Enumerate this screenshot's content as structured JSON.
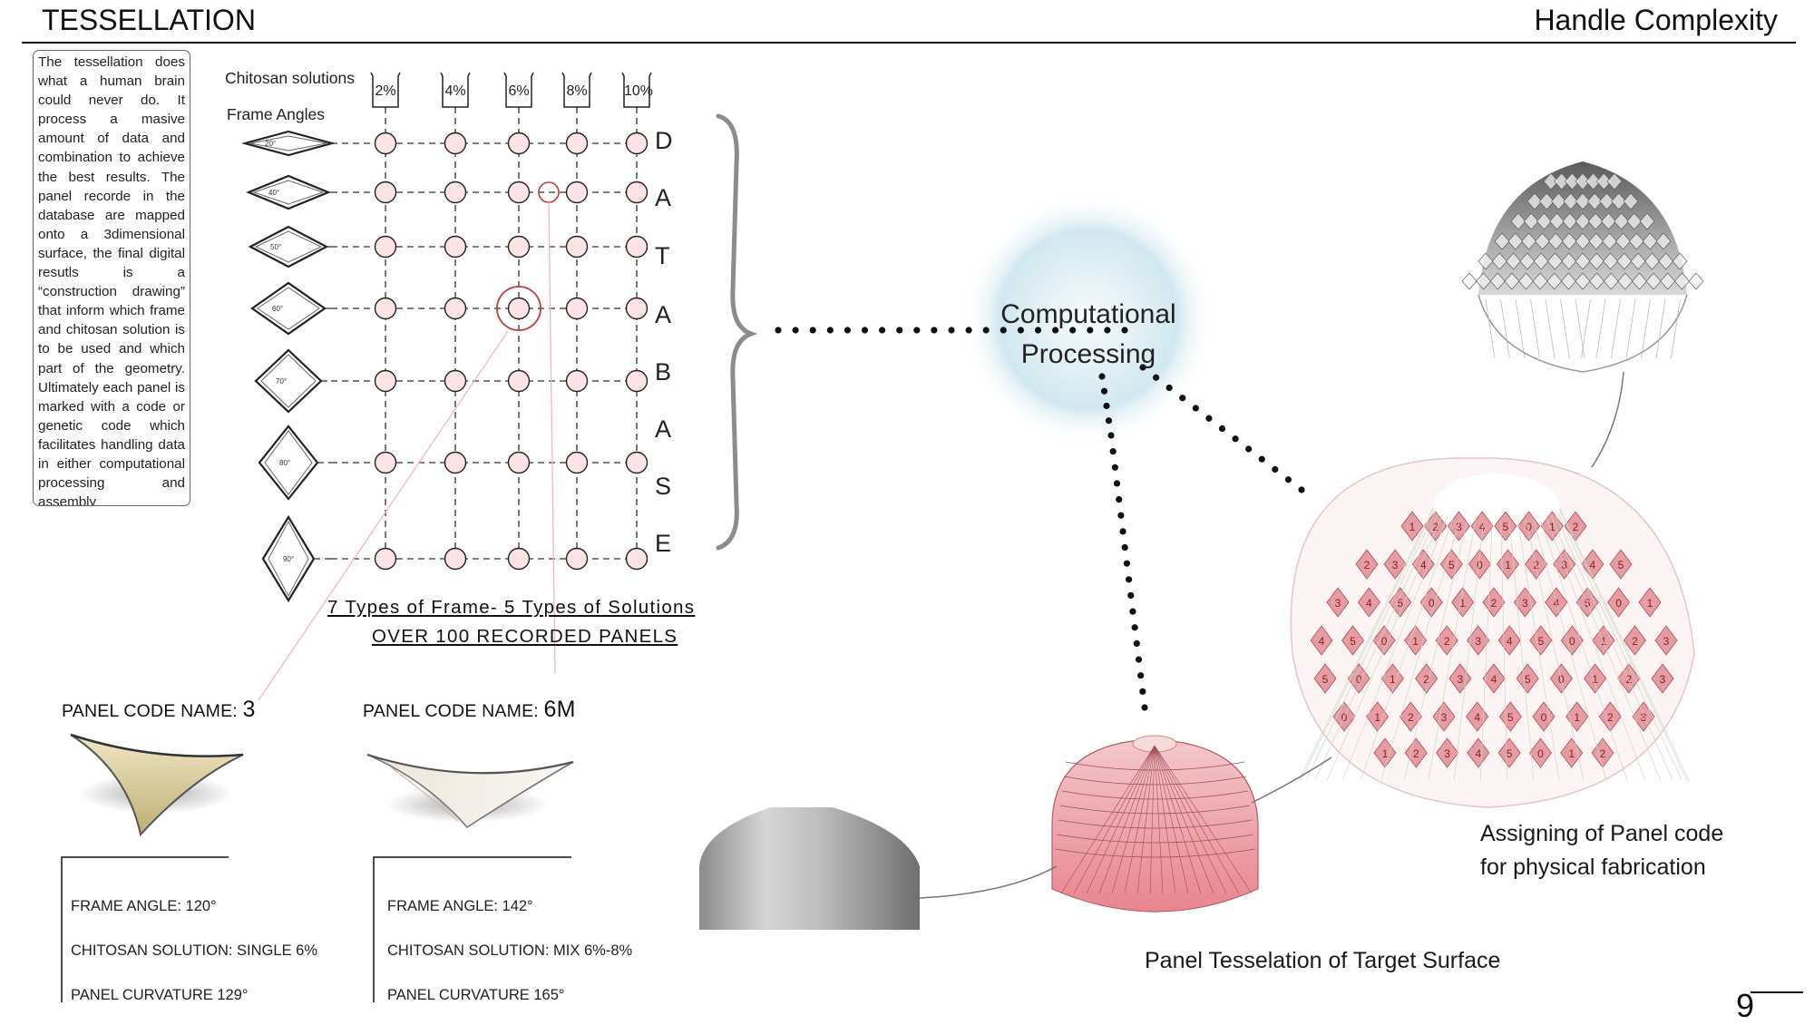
{
  "header": {
    "title": "TESSELLATION",
    "subtitle": "Handle Complexity"
  },
  "intro": {
    "text": "The tessellation does what a human brain could never do. It process a masive amount of data and combination to achieve the best results. The panel recorde in the database are mapped onto a 3dimensional surface, the final digital resutls is a “construction drawing” that inform which frame and chitosan solution is to be used and which part of the geometry. Ultimately each panel is marked with a code or genetic code which facilitates handling data in either computational processing and assembly"
  },
  "matrix": {
    "chitosan_label": "Chitosan solutions",
    "frame_label": "Frame Angles",
    "solutions": [
      "2%",
      "4%",
      "6%",
      "8%",
      "10%"
    ],
    "frame_angle_labels": [
      "20°",
      "40°",
      "50°",
      "60°",
      "70°",
      "80°",
      "90°"
    ],
    "database_letters": [
      "D",
      "A",
      "T",
      "A",
      "B",
      "A",
      "S",
      "E"
    ],
    "summary_line1": "7 Types of Frame- 5 Types of Solutions",
    "summary_line2": "OVER 100 RECORDED PANELS"
  },
  "center": {
    "line1": "Computational",
    "line2": "Processing"
  },
  "panels": [
    {
      "name_label": "PANEL CODE NAME: ",
      "code": "3",
      "frame_angle": "FRAME ANGLE: 120°",
      "solution": "CHITOSAN SOLUTION: SINGLE 6%",
      "curvature": "PANEL CURVATURE 129°"
    },
    {
      "name_label": "PANEL CODE NAME: ",
      "code": "6M",
      "frame_angle": "FRAME ANGLE: 142°",
      "solution": "CHITOSAN SOLUTION: MIX 6%-8%",
      "curvature": "PANEL CURVATURE 165°"
    }
  ],
  "captions": {
    "assign_line1": "Assigning  of Panel code",
    "assign_line2": "for physical fabrication",
    "tessellation": "Panel Tesselation of Target Surface"
  },
  "dome_codes": [
    "1",
    "2",
    "3",
    "4",
    "5",
    "0"
  ],
  "page_number": "9",
  "colors": {
    "node_fill": "#fbe3e6",
    "highlight": "#c23a3a",
    "panel_pink": "#e28c94",
    "dot": "#111111"
  }
}
